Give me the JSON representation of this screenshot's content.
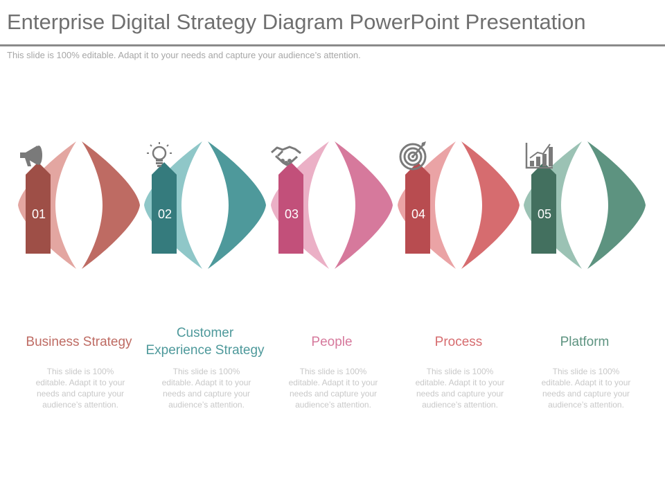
{
  "header": {
    "title": "Enterprise Digital Strategy Diagram PowerPoint Presentation",
    "subtitle": "This slide is 100% editable. Adapt it to your needs and capture your audience’s attention."
  },
  "steps": [
    {
      "number": "01",
      "label": "Business Strategy",
      "description": "This slide is 100% editable. Adapt it to your needs and capture your audience’s attention.",
      "icon": "megaphone-icon",
      "color": "#be6b63",
      "color_light": "#e3a6a1",
      "color_dark": "#9e4f47"
    },
    {
      "number": "02",
      "label": "Customer Experience Strategy",
      "description": "This slide is 100% editable. Adapt it to your needs and capture your audience’s attention.",
      "icon": "lightbulb-icon",
      "color": "#4e999b",
      "color_light": "#8fc7c8",
      "color_dark": "#357b7d"
    },
    {
      "number": "03",
      "label": "People",
      "description": "This slide is 100% editable. Adapt it to your needs and capture your audience’s attention.",
      "icon": "handshake-icon",
      "color": "#d6799c",
      "color_light": "#ebb0c6",
      "color_dark": "#c2507a"
    },
    {
      "number": "04",
      "label": "Process",
      "description": "This slide is 100% editable. Adapt it to your needs and capture your audience’s attention.",
      "icon": "target-icon",
      "color": "#d66c6f",
      "color_light": "#eaa3a5",
      "color_dark": "#b84c50"
    },
    {
      "number": "05",
      "label": "Platform",
      "description": "This slide is 100% editable. Adapt it to your needs and capture your audience’s attention.",
      "icon": "bar-chart-icon",
      "color": "#5d9380",
      "color_light": "#9bc2b4",
      "color_dark": "#43705f"
    }
  ],
  "colors": {
    "title": "#6f6f6f",
    "rule": "#8a8a8a",
    "muted_text": "#c8c8c8",
    "icon": "#7a7a7a"
  }
}
